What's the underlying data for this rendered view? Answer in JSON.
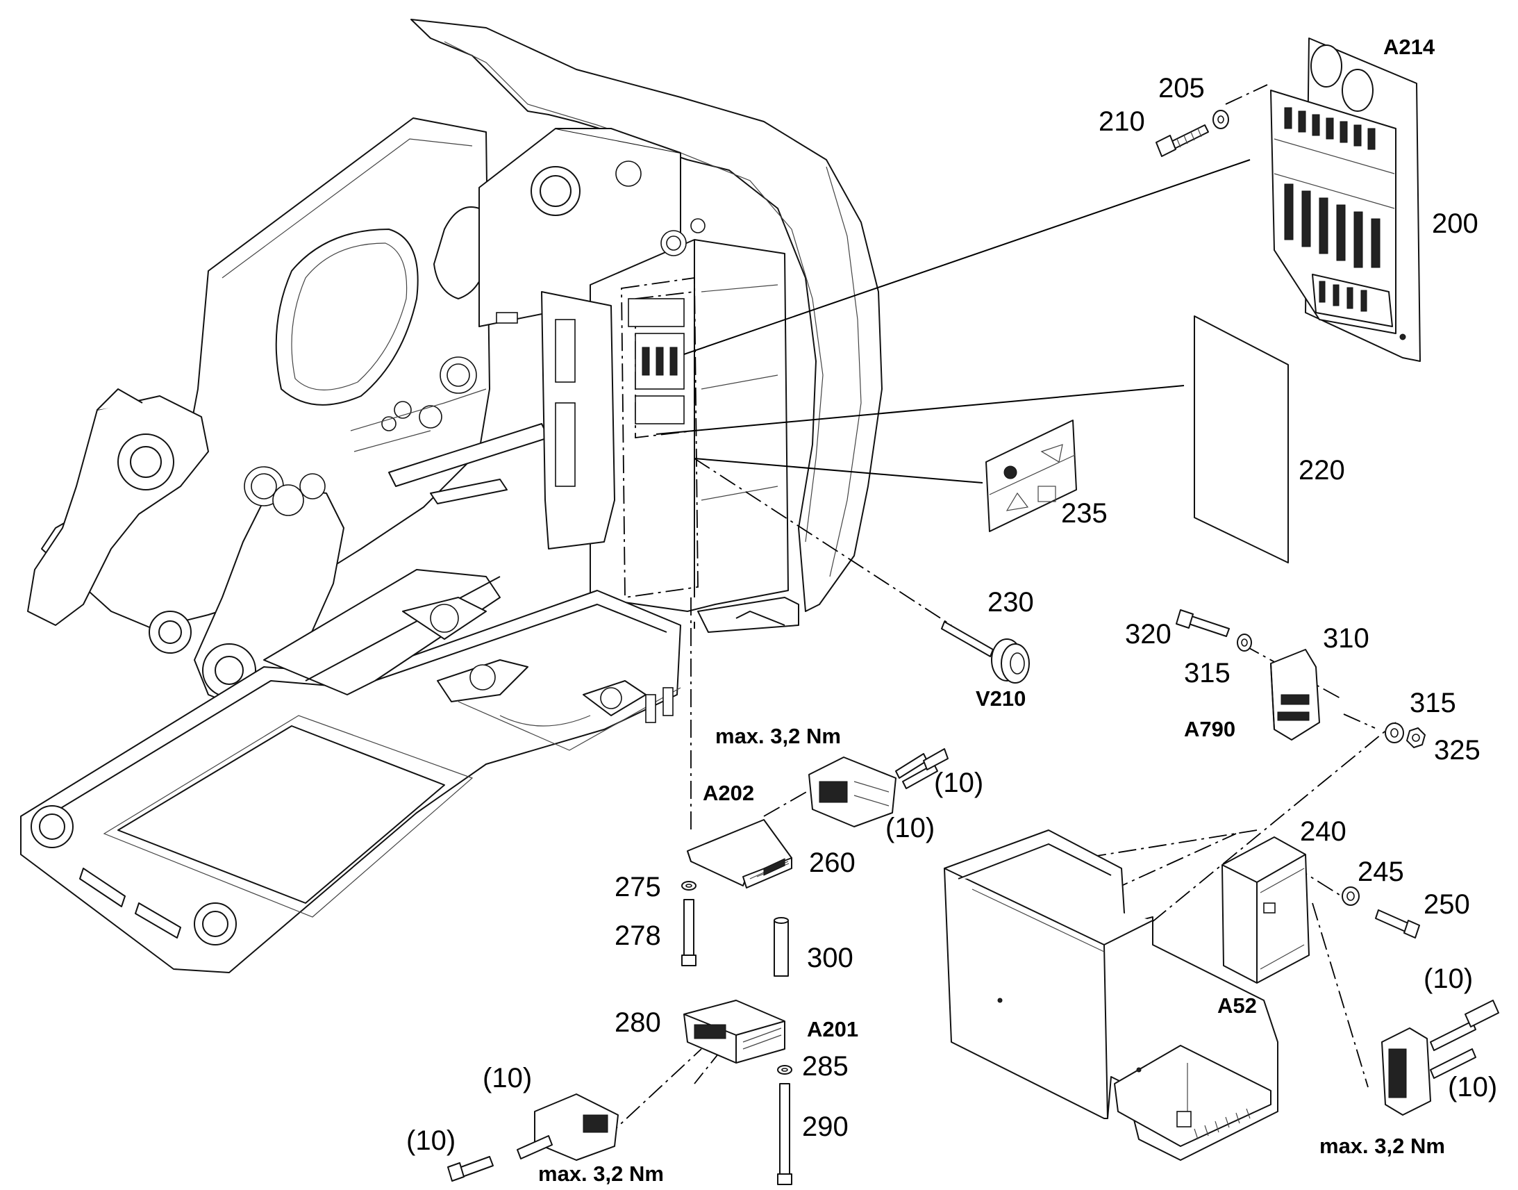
{
  "labels": {
    "A214": "A214",
    "p205": "205",
    "p210": "210",
    "p200": "200",
    "p220": "220",
    "p235": "235",
    "p230": "230",
    "V210": "V210",
    "p320": "320",
    "p310": "310",
    "p315a": "315",
    "A790": "A790",
    "p315b": "315",
    "p325": "325",
    "torque_top": "max. 3,2 Nm",
    "p10_a": "(10)",
    "p10_b": "(10)",
    "A202": "A202",
    "p260": "260",
    "p275": "275",
    "p278": "278",
    "p300": "300",
    "p280": "280",
    "A201": "A201",
    "p285": "285",
    "p290": "290",
    "p10_c": "(10)",
    "p10_d": "(10)",
    "torque_bottom": "max. 3,2 Nm",
    "p240": "240",
    "p245": "245",
    "p250": "250",
    "A52": "A52",
    "p10_e": "(10)",
    "p10_f": "(10)",
    "torque_right": "max. 3,2 Nm"
  }
}
